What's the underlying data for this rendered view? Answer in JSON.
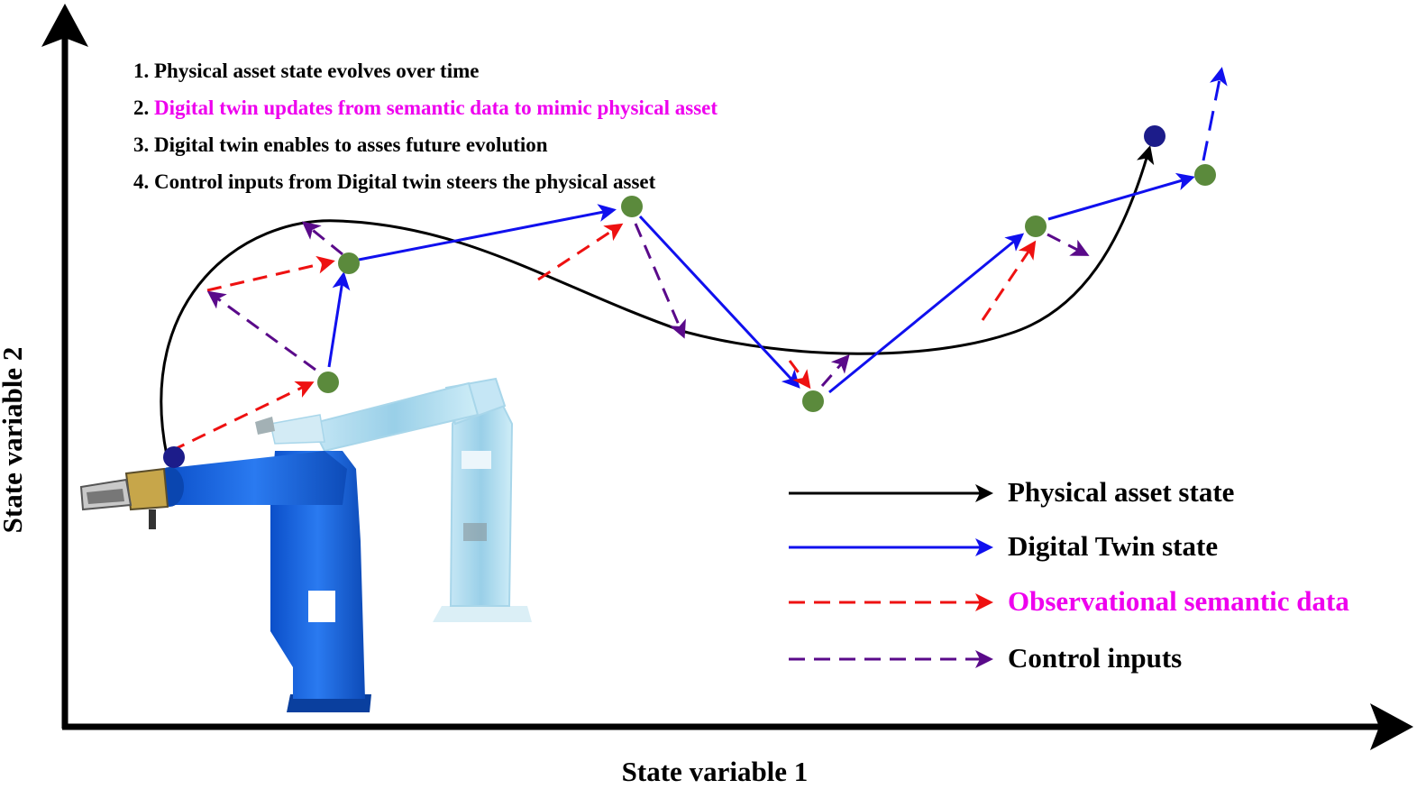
{
  "colors": {
    "physical": "#000000",
    "digital_twin": "#1010ee",
    "observational": "#ee1111",
    "control": "#5a0a8a",
    "highlight_text": "#ee00ee",
    "twin_node": "#5b8a3c",
    "physical_node": "#1c1c8a",
    "robot_physical": "#1565e0",
    "robot_twin": "#a6d8ee"
  },
  "steps": [
    {
      "text": "1. Physical asset state evolves over time",
      "color": "#000000"
    },
    {
      "prefix": "2. ",
      "text": "Digital twin updates from semantic data to mimic physical asset",
      "color": "#ee00ee"
    },
    {
      "text": "3. Digital twin enables to asses future evolution",
      "color": "#000000"
    },
    {
      "text": "4. Control inputs from Digital twin steers the physical asset",
      "color": "#000000"
    }
  ],
  "legend": [
    {
      "label": "Physical asset state",
      "style": "solid",
      "color": "#000000",
      "text_color": "#000000"
    },
    {
      "label": "Digital Twin state",
      "style": "solid",
      "color": "#1010ee",
      "text_color": "#000000"
    },
    {
      "label": "Observational semantic data",
      "style": "dashed",
      "color": "#ee1111",
      "text_color": "#ee00ee"
    },
    {
      "label": "Control inputs",
      "style": "dashed",
      "color": "#5a0a8a",
      "text_color": "#000000"
    }
  ],
  "axes": {
    "x_label": "State variable 1",
    "y_label": "State variable 2"
  },
  "icons": {
    "physical_robot": "industrial-robot-arm-blue",
    "twin_robot": "industrial-robot-arm-translucent"
  }
}
